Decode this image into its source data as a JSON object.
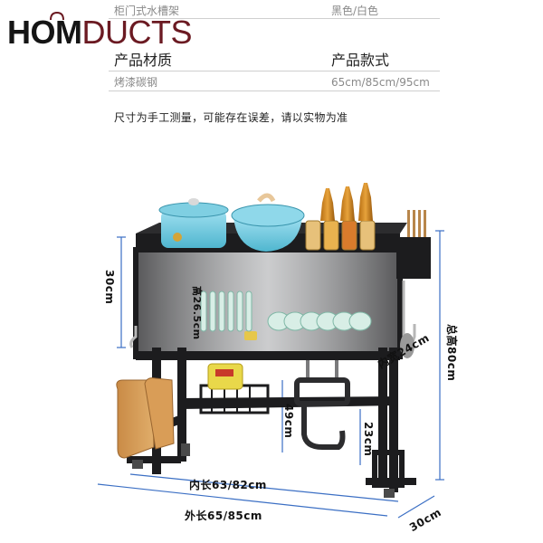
{
  "logo": {
    "part1": "HOM",
    "part2": "DUCTS"
  },
  "header": {
    "row1_left": "柜门式水槽架",
    "row1_right": "黑色/白色",
    "row2_left": "产品材质",
    "row2_right": "产品款式",
    "row3_left": "烤漆碳钢",
    "row3_right": "65cm/85cm/95cm"
  },
  "note": "尺寸为手工测量，可能存在误差，请以实物为准",
  "dimensions": {
    "left_height": "30cm",
    "inner_height": "高26.5cm",
    "total_height": "总高80cm",
    "inner_width": "内宽24cm",
    "drain_height": "49cm",
    "lower_height": "23cm",
    "inner_length": "内长63/82cm",
    "outer_length": "外长65/85cm",
    "depth": "30cm"
  },
  "colors": {
    "brand_dark": "#151515",
    "brand_red": "#6b1a22",
    "dim_line": "#3b6fc4",
    "rack": "#1c1c1e"
  }
}
